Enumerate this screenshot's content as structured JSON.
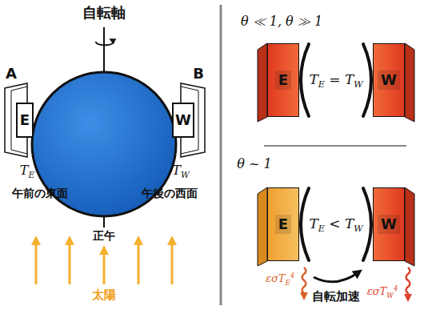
{
  "diagram": {
    "nodes": [
      {
        "text": [
          "E"
        ]
      },
      {
        "text": [
          "W"
        ]
      },
      {
        "text": [
          "E"
        ]
      },
      {
        "text": [
          "W"
        ]
      },
      {
        "text": [
          "E"
        ]
      },
      {
        "text": [
          "W"
        ]
      }
    ],
    "labels": [
      "自転軸",
      "A",
      "B",
      "TE",
      "TW",
      "午前の東面",
      "正午",
      "午後の西面",
      "太陽",
      "θ ≪ 1, θ ≫ 1",
      "TE = TW",
      "θ ~ 1",
      "TE < TW",
      "εσTE4",
      "εσTW4",
      "自転加速"
    ]
  }
}
